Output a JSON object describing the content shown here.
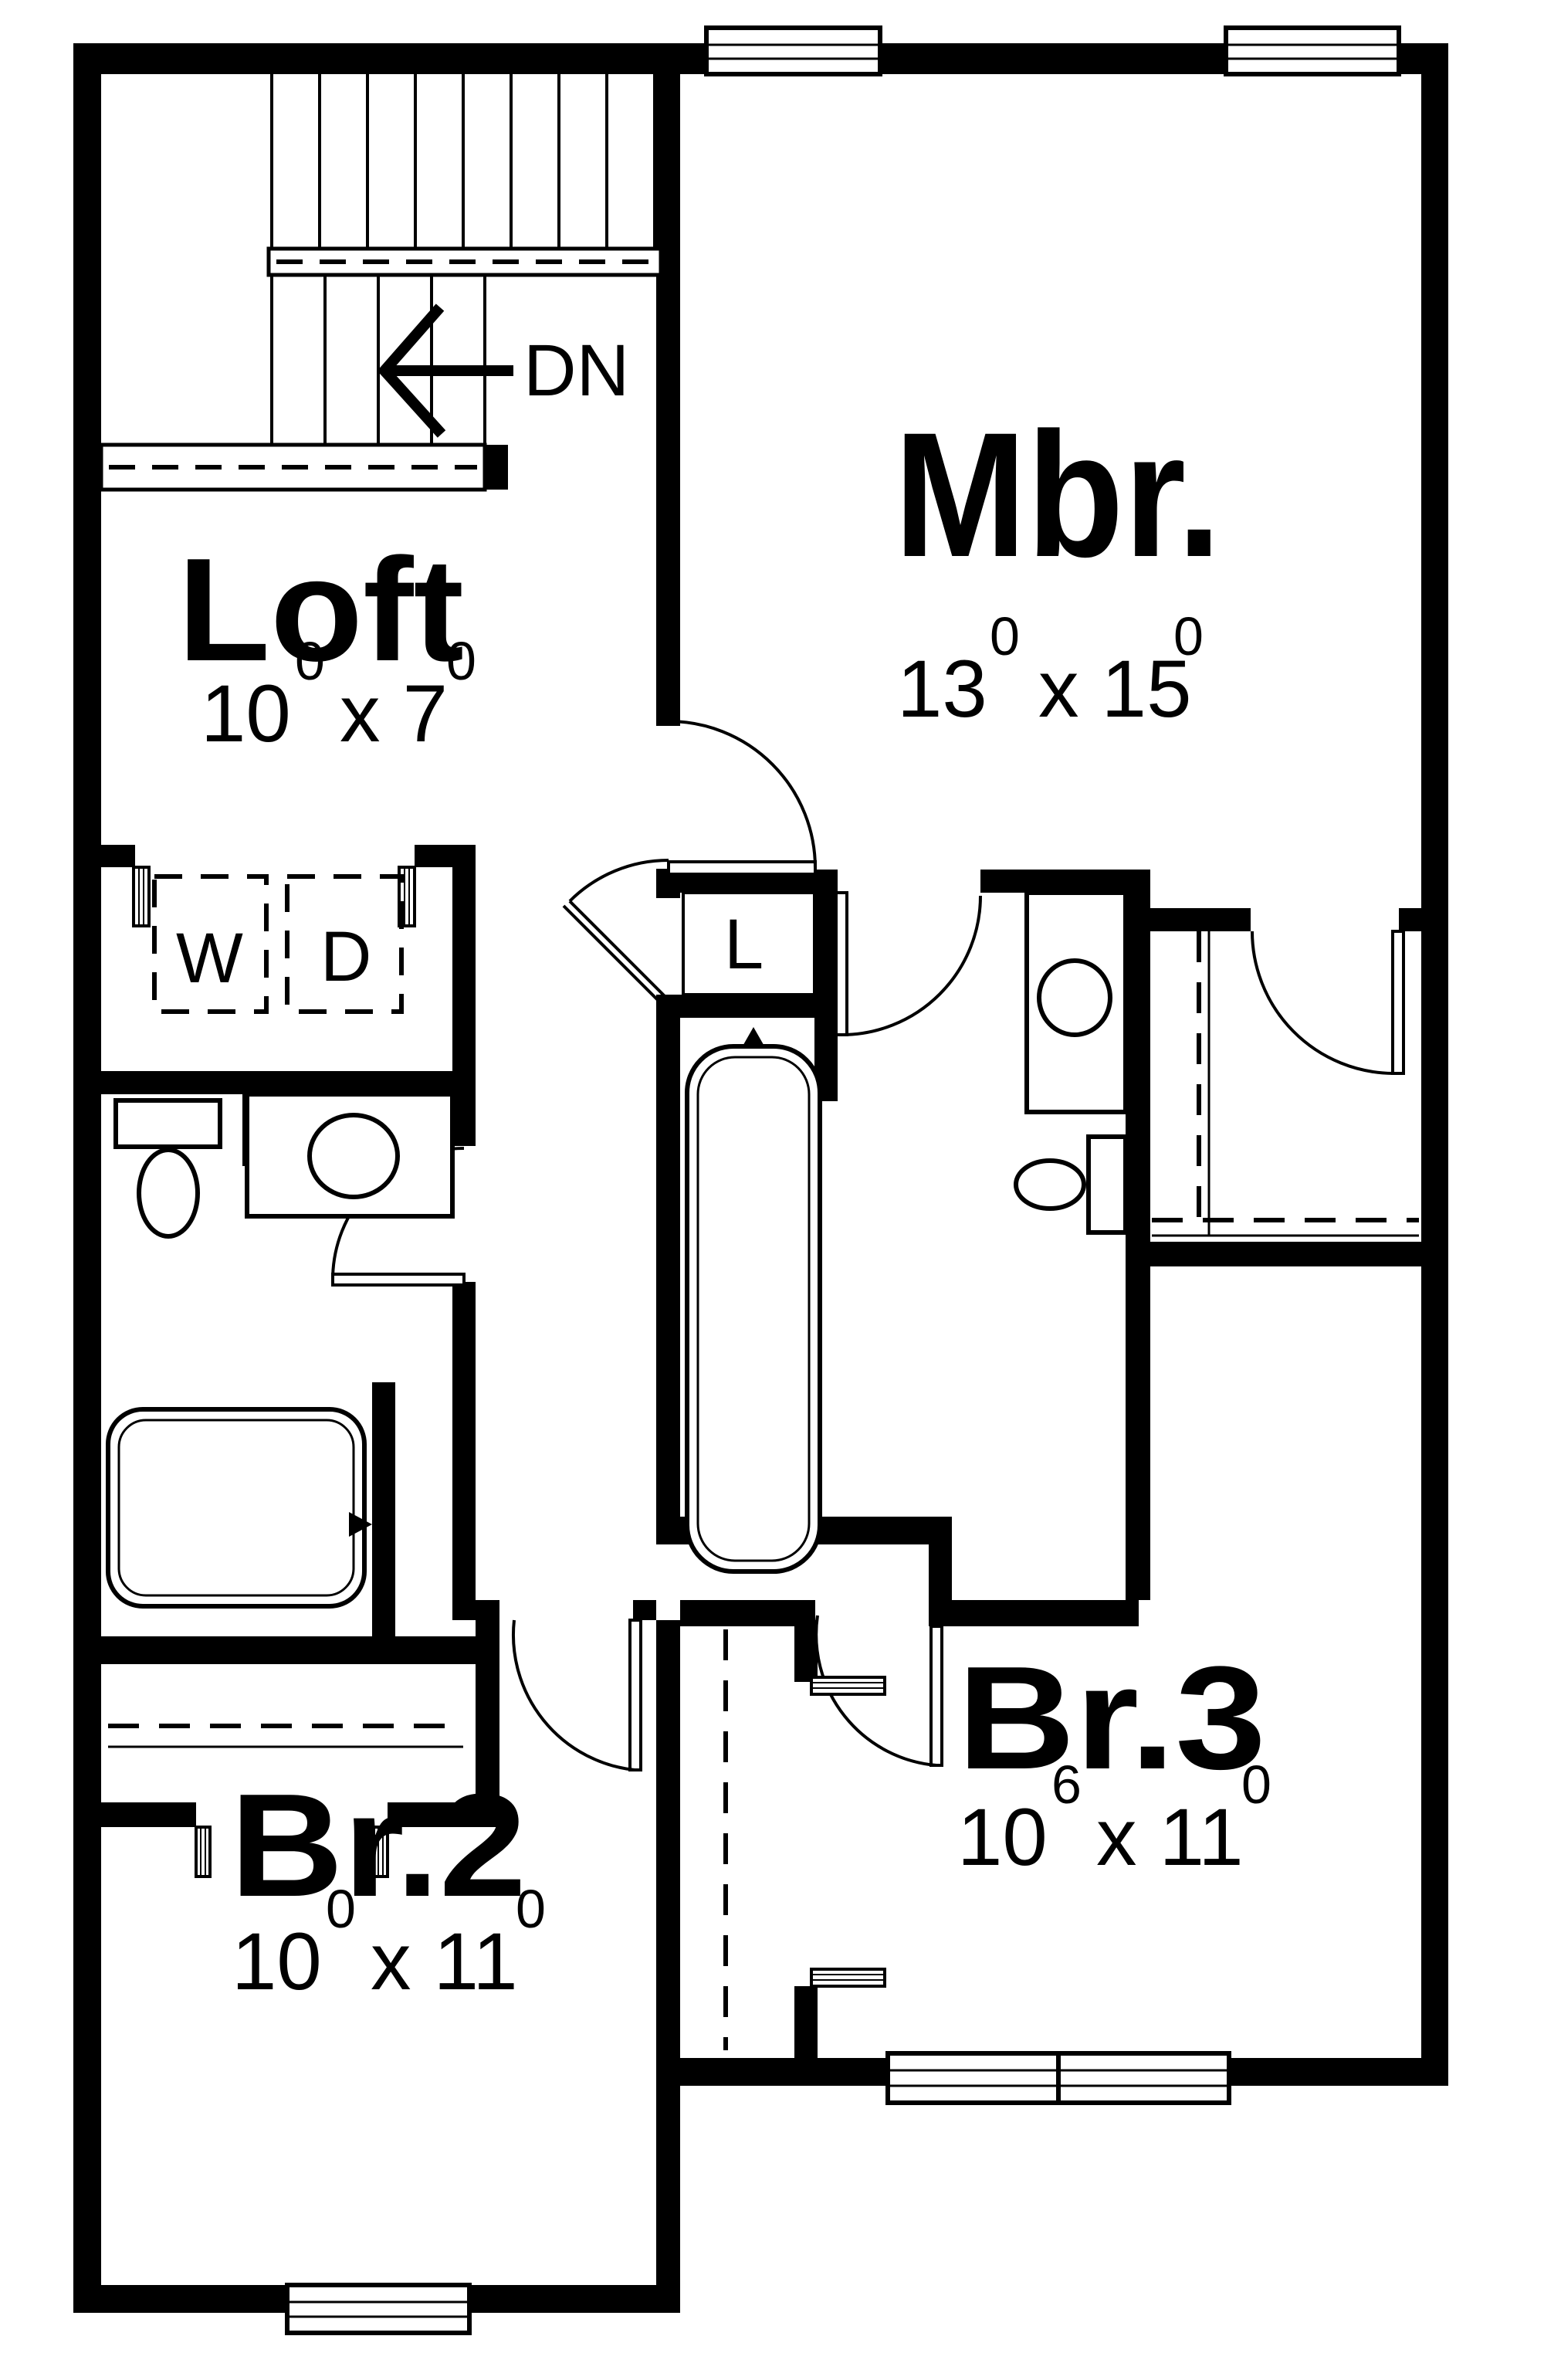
{
  "plan": {
    "colors": {
      "ink": "#000000",
      "paper": "#ffffff"
    },
    "rooms": [
      {
        "id": "loft",
        "label": "Loft",
        "dim": {
          "a": "10",
          "a_sup": "0",
          "b": "x 7",
          "b_sup": "0"
        }
      },
      {
        "id": "mbr",
        "label": "Mbr.",
        "dim": {
          "a": "13",
          "a_sup": "0",
          "b": "x 15",
          "b_sup": "0"
        }
      },
      {
        "id": "br2",
        "label": "Br.2",
        "dim": {
          "a": "10",
          "a_sup": "0",
          "b": "x 11",
          "b_sup": "0"
        }
      },
      {
        "id": "br3",
        "label": "Br.3",
        "dim": {
          "a": "10",
          "a_sup": "6",
          "b": "x 11",
          "b_sup": "0"
        }
      }
    ],
    "annotations": {
      "down": "DN",
      "washer": "W",
      "dryer": "D",
      "linen": "L"
    }
  }
}
